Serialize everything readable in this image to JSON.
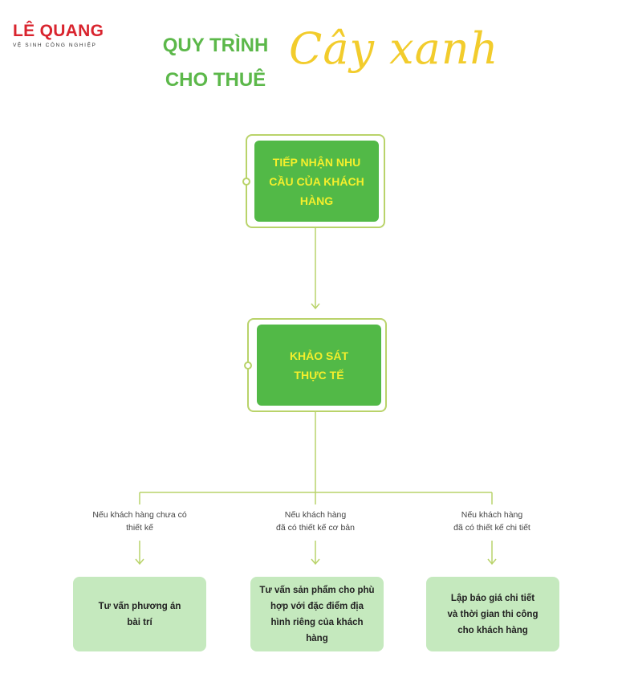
{
  "logo": {
    "name": "LÊ QUANG",
    "tagline": "VỆ SINH CÔNG NGHIỆP"
  },
  "title": {
    "line1": "QUY TRÌNH",
    "line2": "CHO THUÊ",
    "script": "Cây xanh"
  },
  "steps": [
    {
      "lines": [
        "TIẾP NHẬN NHU",
        "CẦU CỦA KHÁCH",
        "HÀNG"
      ]
    },
    {
      "lines": [
        "KHẢO SÁT",
        "THỰC TẾ"
      ]
    }
  ],
  "branches": [
    {
      "condition": [
        "Nếu khách hàng chưa có",
        "thiết kế"
      ],
      "action": [
        "Tư vấn phương án",
        "bài trí"
      ]
    },
    {
      "condition": [
        "Nếu khách hàng",
        "đã có thiết kế cơ bản"
      ],
      "action": [
        "Tư vấn sản phẩm cho phù",
        "hợp với đặc điểm địa",
        "hình riêng của khách",
        "hàng"
      ]
    },
    {
      "condition": [
        "Nếu khách hàng",
        "đã có thiết kế chi tiết"
      ],
      "action": [
        "Lập báo giá chi tiết",
        "và thời gian thi công",
        "cho khách hàng"
      ]
    }
  ],
  "colors": {
    "brand_red": "#d9242e",
    "title_green": "#5cb84a",
    "script_yellow": "#f2cc2c",
    "box_green": "#52b947",
    "box_text_yellow": "#f4ef2c",
    "leaf_green": "#c5e9be",
    "line_green": "#b9d36a"
  }
}
